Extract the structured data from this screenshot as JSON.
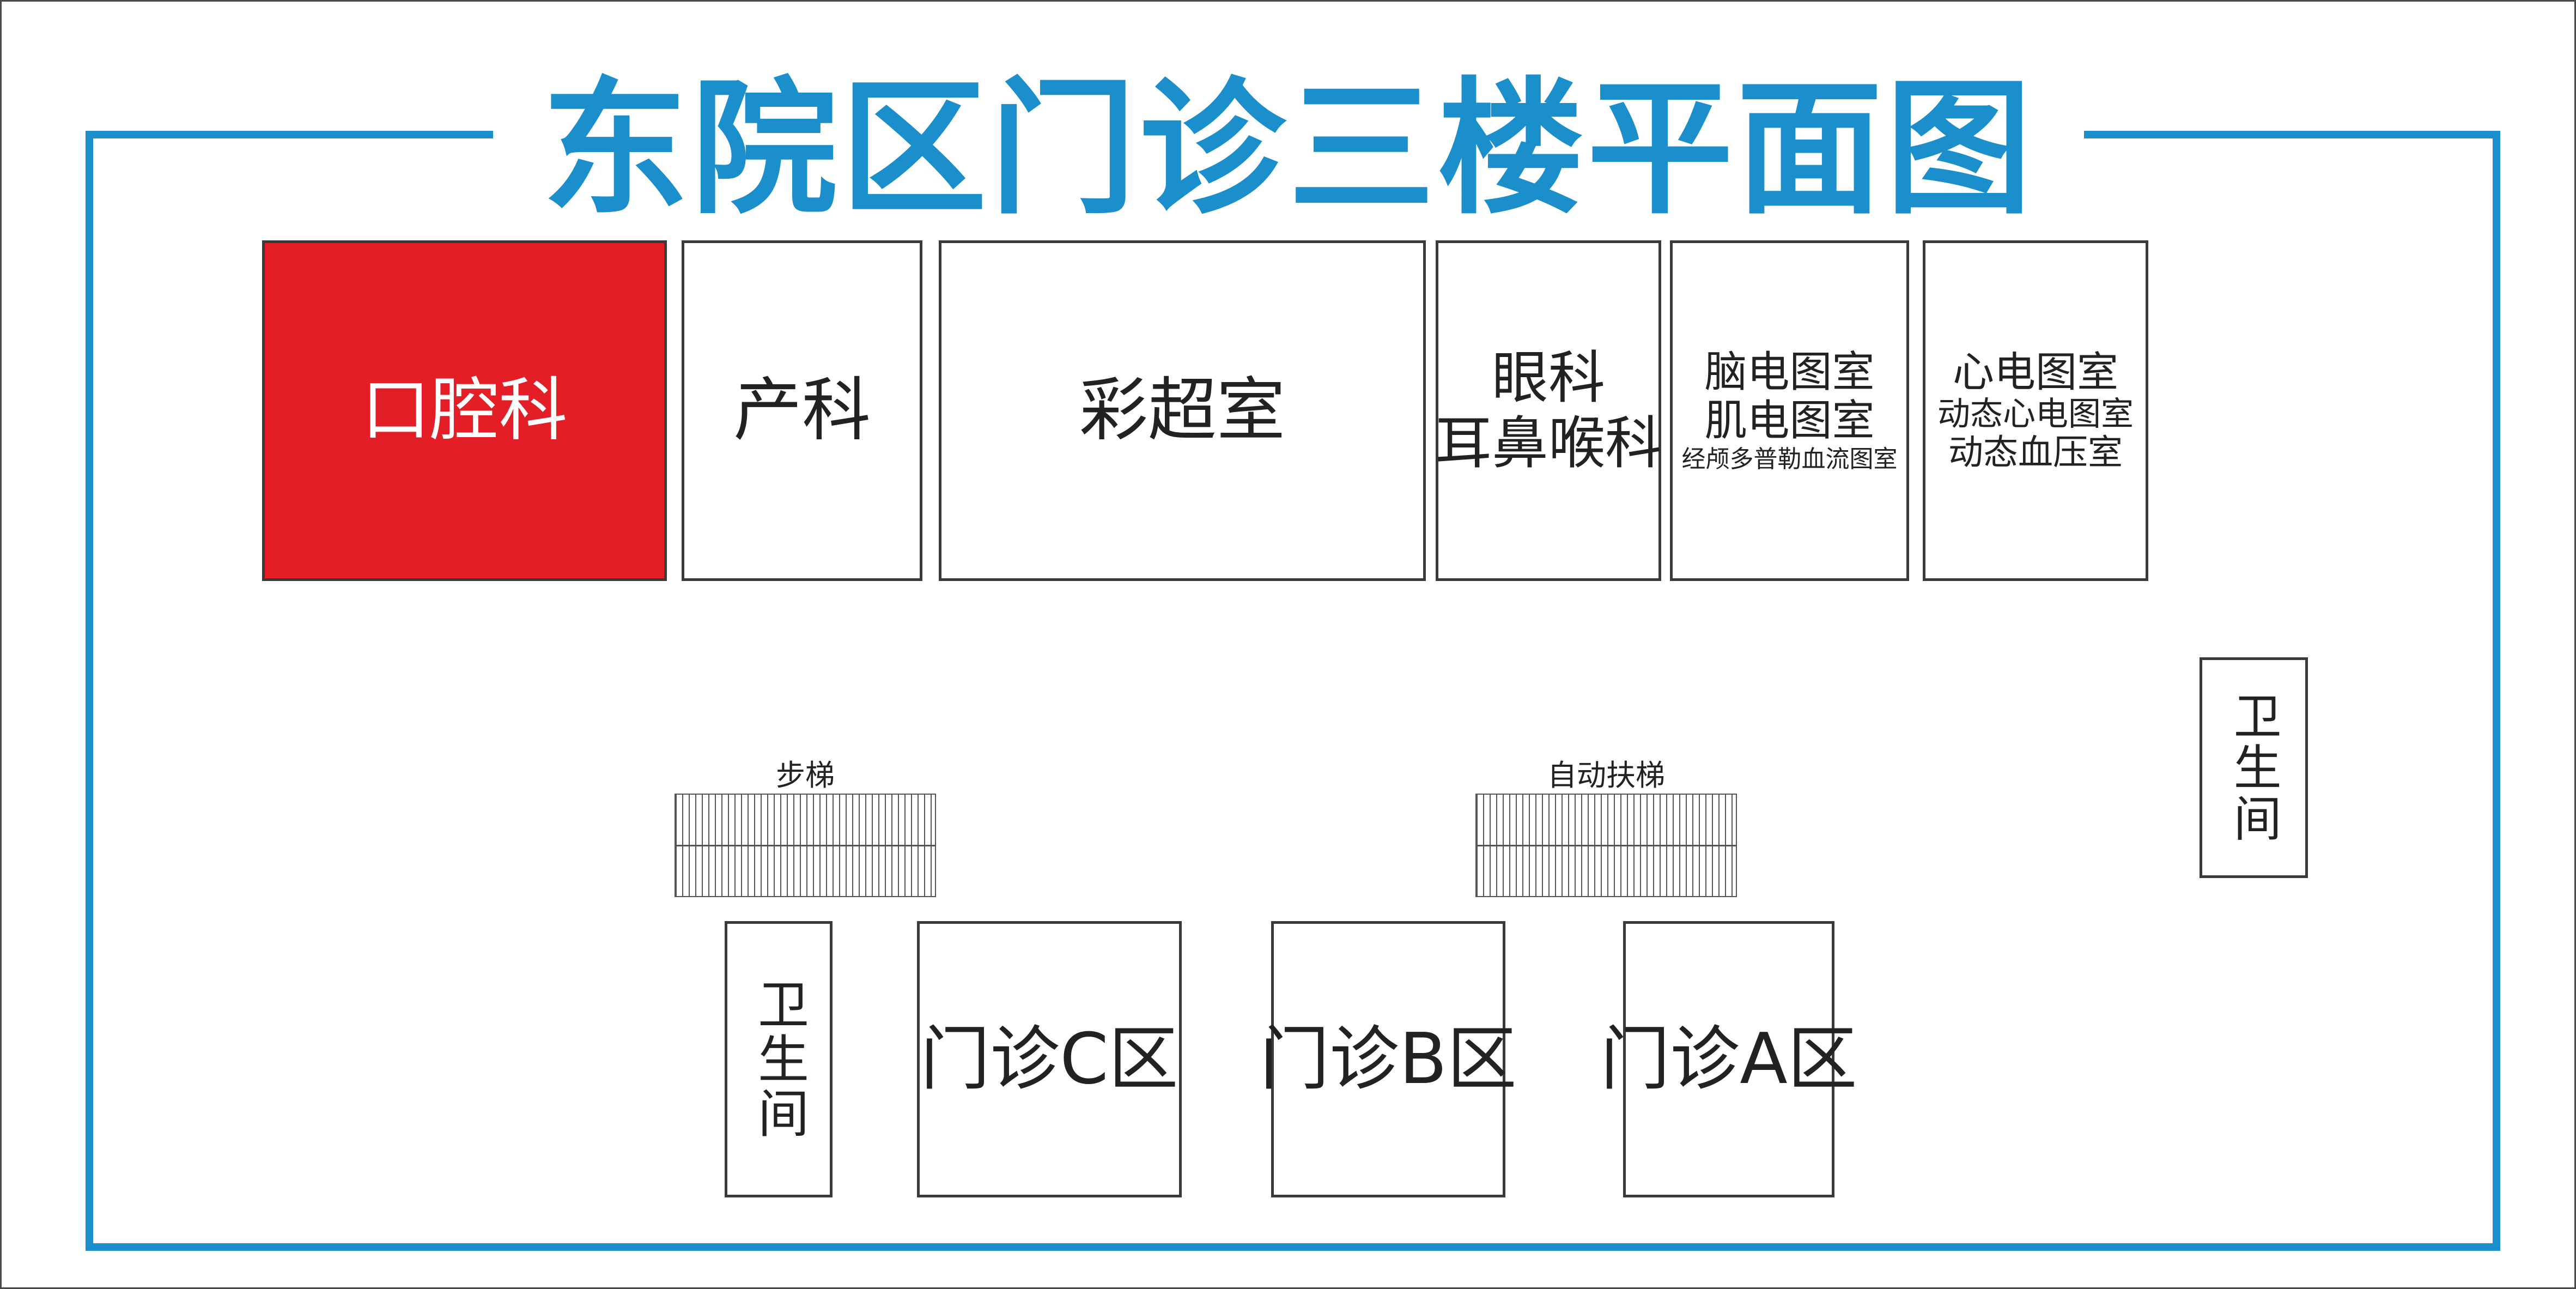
{
  "title": "东院区门诊三楼平面图",
  "colors": {
    "accent_blue": "#1a8fcc",
    "highlight_red": "#e31e26"
  },
  "rooms": {
    "dental": "口腔科",
    "obstetrics": "产科",
    "color_ultrasound": "彩超室",
    "ophthalmology": {
      "line1": "眼科",
      "line2": "耳鼻喉科"
    },
    "eeg_group": {
      "line1": "脑电图室",
      "line2": "肌电图室",
      "line3": "经颅多普勒血流图室"
    },
    "ecg_group": {
      "line1": "心电图室",
      "line2": "动态心电图室",
      "line3": "动态血压室"
    },
    "restroom_right": "卫生间",
    "restroom_left": "卫生间",
    "clinic_c": "门诊C区",
    "clinic_b": "门诊B区",
    "clinic_a": "门诊A区"
  },
  "stairs": {
    "stairway": "步梯",
    "escalator": "自动扶梯"
  }
}
